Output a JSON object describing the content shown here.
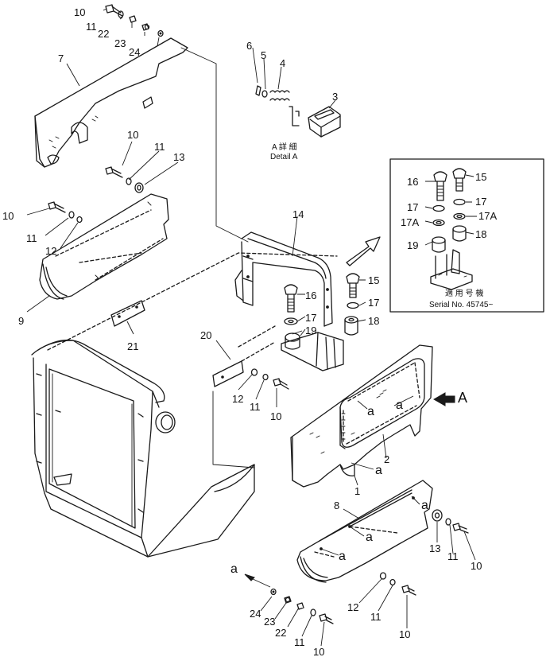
{
  "callouts": [
    {
      "id": "c10a",
      "text": "10"
    },
    {
      "id": "c11a",
      "text": "11"
    },
    {
      "id": "c22a",
      "text": "22"
    },
    {
      "id": "c23a",
      "text": "23"
    },
    {
      "id": "c24a",
      "text": "24"
    },
    {
      "id": "c7",
      "text": "7"
    },
    {
      "id": "c10b",
      "text": "10"
    },
    {
      "id": "c11b",
      "text": "11"
    },
    {
      "id": "c13a",
      "text": "13"
    },
    {
      "id": "c10c",
      "text": "10"
    },
    {
      "id": "c11c",
      "text": "11"
    },
    {
      "id": "c12a",
      "text": "12"
    },
    {
      "id": "c9",
      "text": "9"
    },
    {
      "id": "c21",
      "text": "21"
    },
    {
      "id": "c20",
      "text": "20"
    },
    {
      "id": "c12b",
      "text": "12"
    },
    {
      "id": "c11d",
      "text": "11"
    },
    {
      "id": "c10d",
      "text": "10"
    },
    {
      "id": "c14",
      "text": "14"
    },
    {
      "id": "c16a",
      "text": "16"
    },
    {
      "id": "c17a",
      "text": "17"
    },
    {
      "id": "c19a",
      "text": "19"
    },
    {
      "id": "c15a",
      "text": "15"
    },
    {
      "id": "c17b",
      "text": "17"
    },
    {
      "id": "c18a",
      "text": "18"
    },
    {
      "id": "c6",
      "text": "6"
    },
    {
      "id": "c5",
      "text": "5"
    },
    {
      "id": "c4",
      "text": "4"
    },
    {
      "id": "c3",
      "text": "3"
    },
    {
      "id": "c16b",
      "text": "16"
    },
    {
      "id": "c15b",
      "text": "15"
    },
    {
      "id": "c17c",
      "text": "17"
    },
    {
      "id": "c17d",
      "text": "17"
    },
    {
      "id": "c17Aa",
      "text": "17A"
    },
    {
      "id": "c17Ab",
      "text": "17A"
    },
    {
      "id": "c19b",
      "text": "19"
    },
    {
      "id": "c18b",
      "text": "18"
    },
    {
      "id": "c2",
      "text": "2"
    },
    {
      "id": "c1",
      "text": "1"
    },
    {
      "id": "c8",
      "text": "8"
    },
    {
      "id": "c13b",
      "text": "13"
    },
    {
      "id": "c11e",
      "text": "11"
    },
    {
      "id": "c10e",
      "text": "10"
    },
    {
      "id": "c12c",
      "text": "12"
    },
    {
      "id": "c11f",
      "text": "11"
    },
    {
      "id": "c10f",
      "text": "10"
    },
    {
      "id": "c24b",
      "text": "24"
    },
    {
      "id": "c23b",
      "text": "23"
    },
    {
      "id": "c22b",
      "text": "22"
    },
    {
      "id": "c11g",
      "text": "11"
    },
    {
      "id": "c10g",
      "text": "10"
    }
  ],
  "refs": {
    "a1": "a",
    "a2": "a",
    "a3": "a",
    "a4": "a",
    "a5": "a",
    "a6": "a",
    "A": "A"
  },
  "detail": {
    "jp": "A 詳 細",
    "en": "Detail A"
  },
  "serial": {
    "jp": "適 用 号 機",
    "en": "Serial No. 45745~"
  }
}
